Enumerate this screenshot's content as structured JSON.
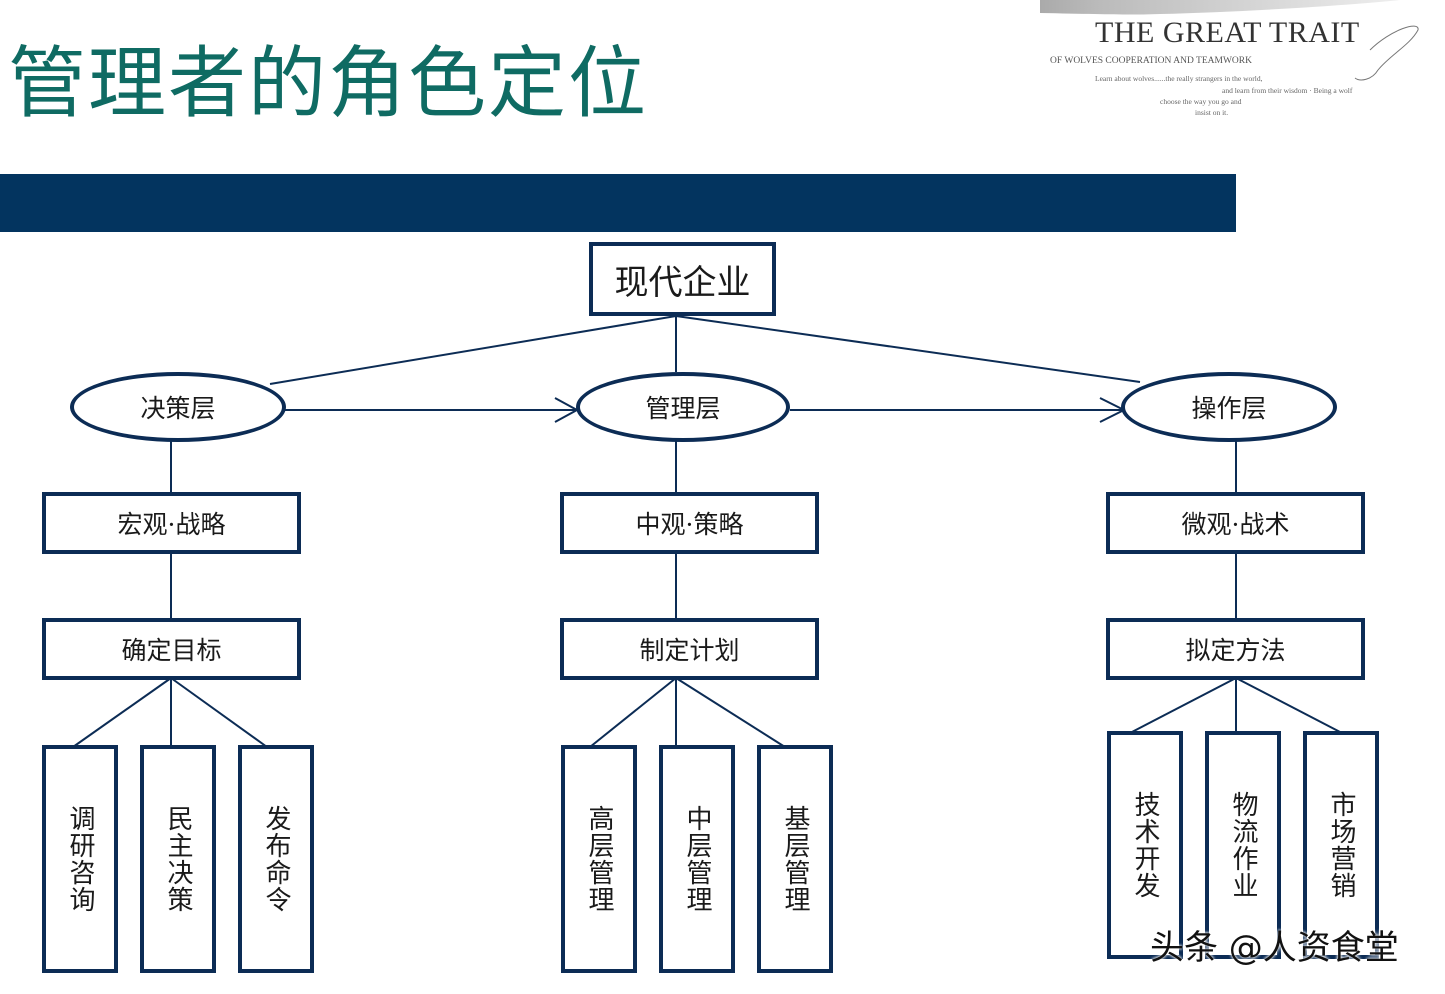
{
  "title": "管理者的角色定位",
  "brand": {
    "main": "THE GREAT TRAIT",
    "sub": "OF WOLVES COOPERATION AND TEAMWORK",
    "lines": [
      "Learn about wolves......the really strangers in the world,",
      "and learn from their wisdom · Being a wolf",
      "choose the way you go and",
      "insist on it."
    ]
  },
  "root": "现代企业",
  "layers": [
    {
      "name": "决策层",
      "level": "宏观·战略",
      "task": "确定目标",
      "items": [
        "调研咨询",
        "民主决策",
        "发布命令"
      ]
    },
    {
      "name": "管理层",
      "level": "中观·策略",
      "task": "制定计划",
      "items": [
        "高层管理",
        "中层管理",
        "基层管理"
      ]
    },
    {
      "name": "操作层",
      "level": "微观·战术",
      "task": "拟定方法",
      "items": [
        "技术开发",
        "物流作业",
        "市场营销"
      ]
    }
  ],
  "watermark": "头条 @人资食堂",
  "colors": {
    "title": "#0f6b63",
    "band": "#03345f",
    "border": "#0c2c55"
  }
}
